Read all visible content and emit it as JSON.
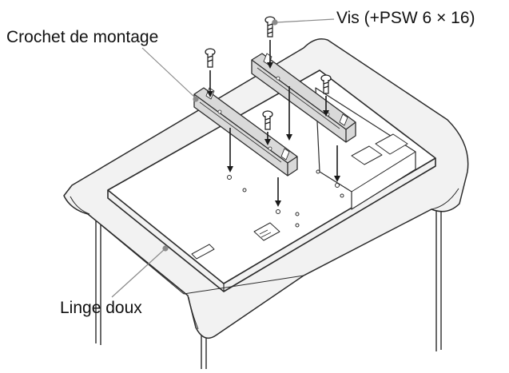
{
  "labels": {
    "screw": "Vis (+PSW 6 × 16)",
    "bracket": "Crochet de montage",
    "cloth": "Linge doux"
  },
  "colors": {
    "line": "#2b2b2b",
    "cloth_fill": "#f2f2f2",
    "tv_fill": "#ffffff",
    "bracket_fill": "#d9d9d9",
    "leader": "#8a8a8a"
  },
  "icons": [
    "screw-icon",
    "mounting-bracket",
    "down-arrow-icon",
    "tv-panel",
    "soft-cloth",
    "table"
  ]
}
